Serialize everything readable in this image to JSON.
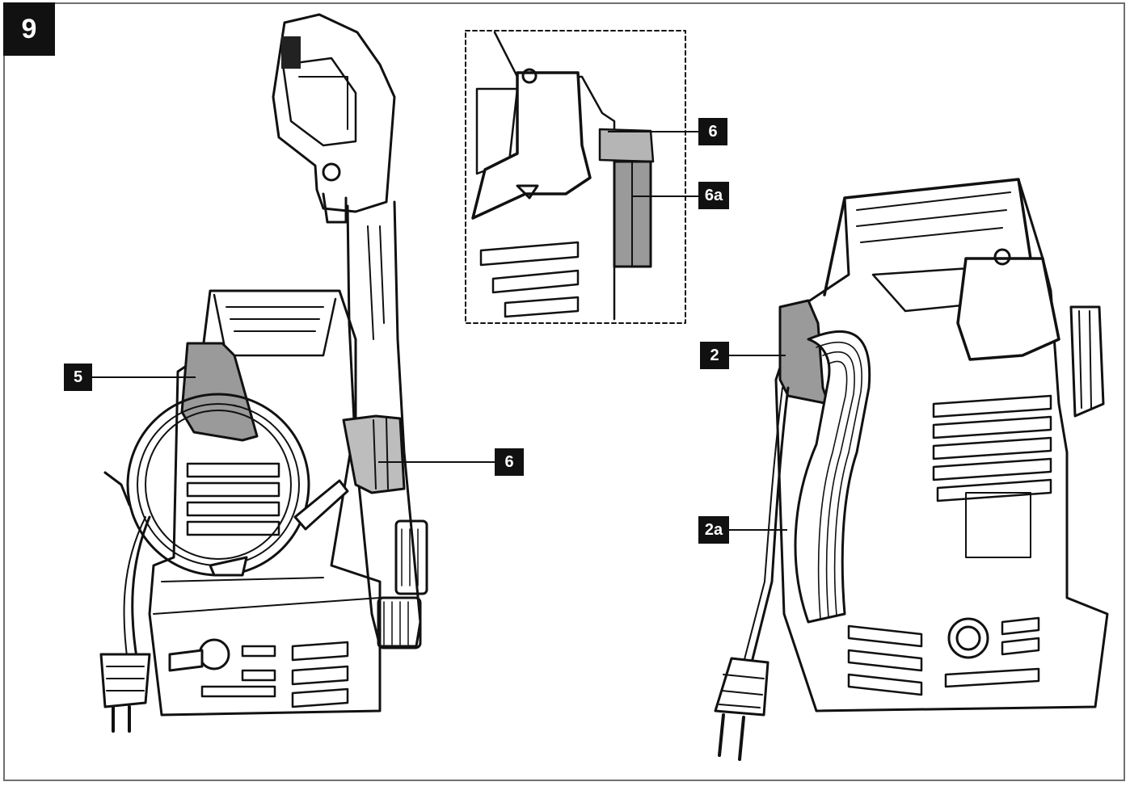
{
  "figure": {
    "number": "9"
  },
  "callouts": {
    "c5": "5",
    "c6_left": "6",
    "c6_inset": "6",
    "c6a_inset": "6a",
    "c2": "2",
    "c2a": "2a"
  },
  "colors": {
    "line": "#111111",
    "shade": "#9a9a9a",
    "frame": "#6f6f6f"
  }
}
